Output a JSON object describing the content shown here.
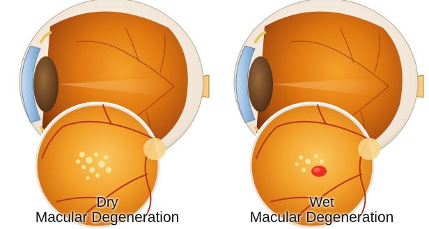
{
  "panels": [
    {
      "type_label": "Dry",
      "condition_label": "Macular Degeneration",
      "variant": "dry"
    },
    {
      "type_label": "Wet",
      "condition_label": "Macular Degeneration",
      "variant": "wet"
    }
  ],
  "colors": {
    "eyeball_outer": "#e9d9c4",
    "retina_orange": "#e07a10",
    "retina_dark": "#8a3a0a",
    "fundus_orange": "#f29a1e",
    "fundus_light": "#f7c25a",
    "vessel_red": "#b4321a",
    "drusen_yellow": "#f8e6a0",
    "hemorrhage_red": "#e8201a",
    "lens_blue": "#9fc6e8",
    "optic_nerve": "#f0b84a"
  }
}
